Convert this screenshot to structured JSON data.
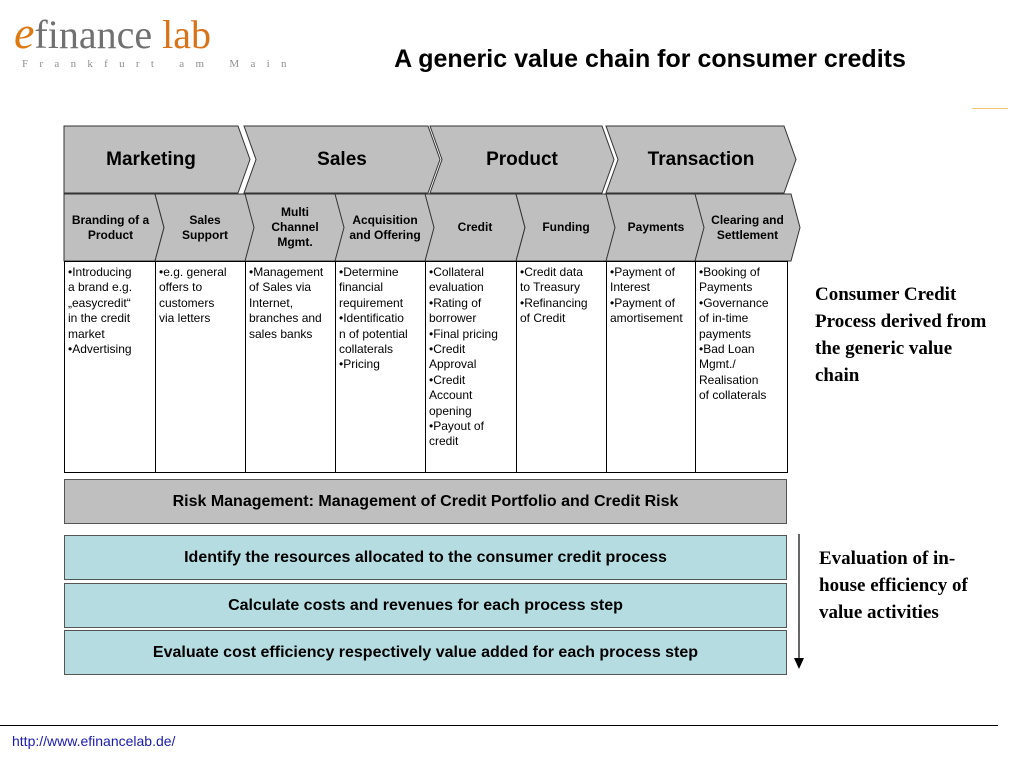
{
  "logo": {
    "e": "e",
    "finance": "finance",
    "lab": "lab",
    "subtitle": "Frankfurt am Main"
  },
  "title": "A generic value chain for consumer credits",
  "chain": {
    "main": [
      "Marketing",
      "Sales",
      "Product",
      "Transaction"
    ],
    "sub": [
      "Branding of a Product",
      "Sales Support",
      "Multi Channel Mgmt.",
      "Acquisition and Offering",
      "Credit",
      "Funding",
      "Payments",
      "Clearing and Settlement"
    ]
  },
  "activities": [
    [
      "•Introducing",
      "a brand  e.g.",
      "„easycredit“",
      "in the credit",
      "market",
      "•Advertising"
    ],
    [
      "•e.g. general",
      "offers to",
      "customers",
      "via letters"
    ],
    [
      "•Management",
      "of Sales via",
      "Internet,",
      "branches and",
      "sales banks"
    ],
    [
      "•Determine",
      "financial",
      "requirement",
      "•Identificatio",
      "n of potential",
      "collaterals",
      "•Pricing"
    ],
    [
      "•Collateral",
      "evaluation",
      "•Rating of",
      "borrower",
      "•Final pricing",
      "•Credit",
      "Approval",
      "•Credit",
      "Account",
      "opening",
      "•Payout of",
      "credit"
    ],
    [
      "•Credit data",
      "to Treasury",
      "•Refinancing",
      "of Credit"
    ],
    [
      "•Payment of",
      "Interest",
      "•Payment of",
      "amortisement"
    ],
    [
      "•Booking of",
      "Payments",
      "•Governance",
      "of in-time",
      "payments",
      "•Bad Loan",
      "Mgmt./",
      "Realisation",
      "of collaterals"
    ]
  ],
  "risk_management": "Risk Management: Management of Credit Portfolio and Credit Risk",
  "evaluation_steps": [
    "Identify the resources allocated to the consumer credit process",
    "Calculate costs and revenues for each process step",
    "Evaluate cost efficiency respectively value added for each process step"
  ],
  "notes": {
    "process": "Consumer Credit Process derived from the generic value chain",
    "evaluation": "Evaluation of in-house   efficiency of value activities"
  },
  "footer_link": "http://www.efinancelab.de/",
  "colors": {
    "chevron_fill": "#bfbfbf",
    "evaluation_fill": "#b5dde1",
    "logo_orange": "#d9731a"
  }
}
